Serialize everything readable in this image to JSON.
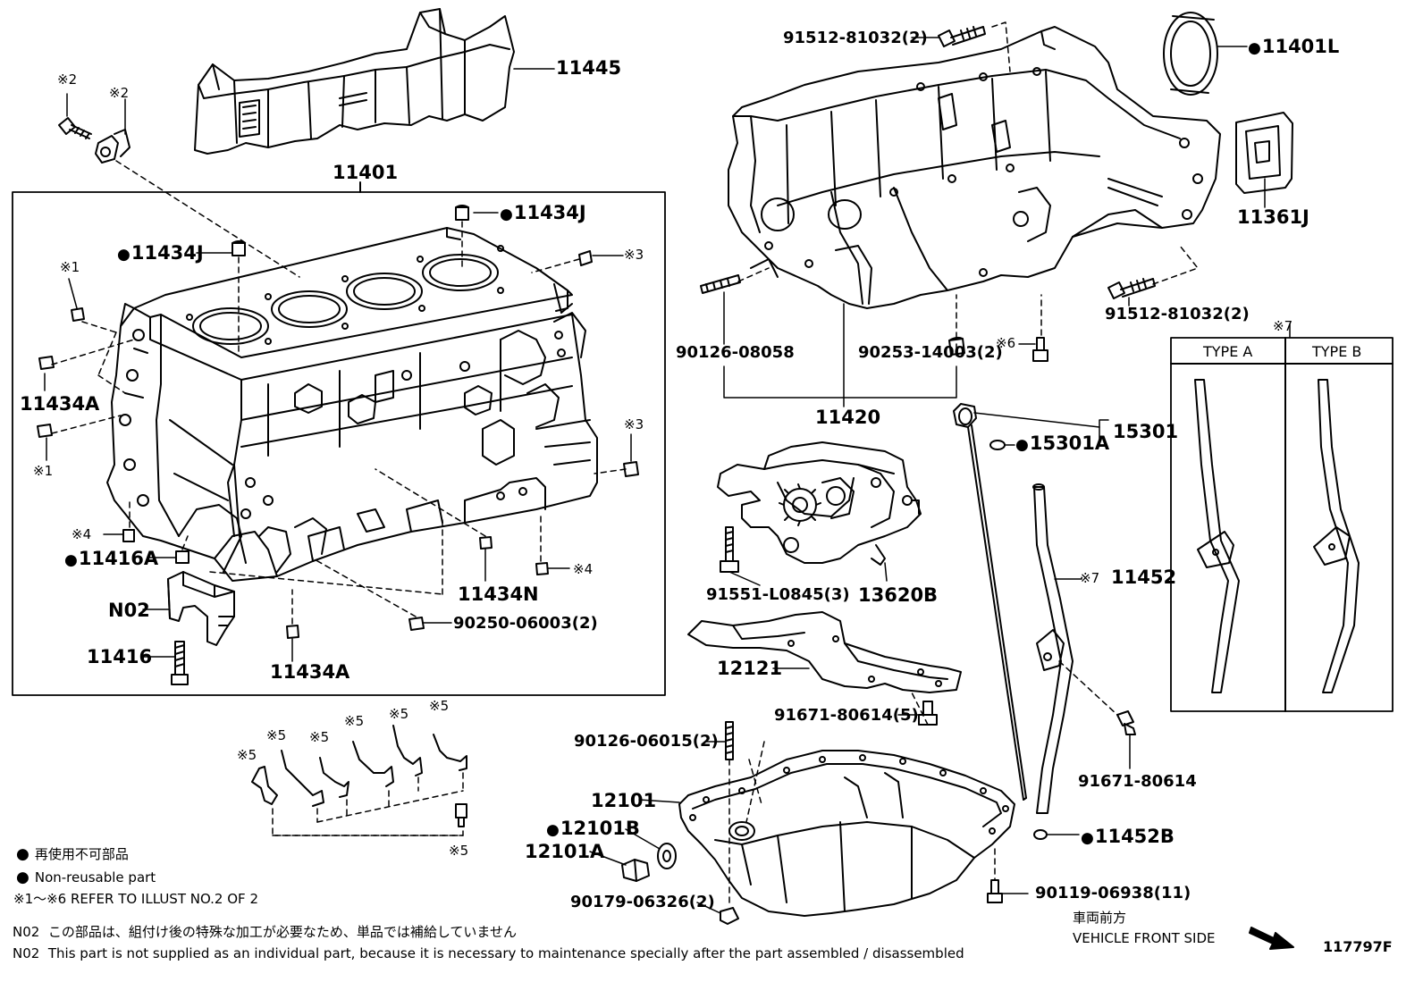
{
  "parts": {
    "p11445": "11445",
    "p11401": "11401",
    "p11434J_a": "11434J",
    "p11434J_b": "11434J",
    "p11434A_a": "11434A",
    "p11434A_b": "11434A",
    "p11434N": "11434N",
    "p11416A": "11416A",
    "p11416": "11416",
    "pN02": "N02",
    "p90250": "90250-06003(2)",
    "p91512_top": "91512-81032(2)",
    "p91512_bot": "91512-81032(2)",
    "p11401L": "11401L",
    "p11361J": "11361J",
    "p90126_08058": "90126-08058",
    "p90253": "90253-14003(2)",
    "p11420": "11420",
    "p15301A": "15301A",
    "p15301": "15301",
    "p91551": "91551-L0845(3)",
    "p13620B": "13620B",
    "p11452": "11452",
    "p12121": "12121",
    "p91671_5": "91671-80614(5)",
    "p91671": "91671-80614",
    "p90126_06015": "90126-06015(2)",
    "p12101": "12101",
    "p12101B": "12101B",
    "p12101A": "12101A",
    "p90179": "90179-06326(2)",
    "p90119": "90119-06938(11)",
    "p11452B": "11452B"
  },
  "refs": {
    "r2a": "※2",
    "r2b": "※2",
    "r1a": "※1",
    "r1b": "※1",
    "r3a": "※3",
    "r3b": "※3",
    "r4a": "※4",
    "r4b": "※4",
    "r5a": "※5",
    "r5b": "※5",
    "r5c": "※5",
    "r5d": "※5",
    "r5e": "※5",
    "r5f": "※5",
    "r5g": "※5",
    "r6": "※6",
    "r7a": "※7",
    "r7b": "※7"
  },
  "types": {
    "a": "TYPE A",
    "b": "TYPE B"
  },
  "legend": {
    "jp": "再使用不可部品",
    "en": "Non-reusable part",
    "refer": "※1～※6  REFER TO ILLUST NO.2 OF 2"
  },
  "notes": {
    "n02_jp_code": "N02",
    "n02_jp": "この部品は、組付け後の特殊な加工が必要なため、単品では補給していません",
    "n02_en_code": "N02",
    "n02_en": "This part is not supplied as an individual part, because it is necessary to maintenance specially after the part assembled / disassembled"
  },
  "direction": {
    "jp": "車両前方",
    "en": "VEHICLE FRONT SIDE"
  },
  "illust_no": "117797F"
}
